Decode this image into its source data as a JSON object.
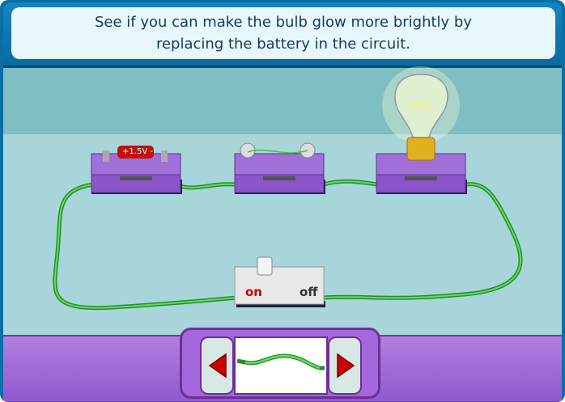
{
  "instruction": {
    "line1": "See if you can make the bulb glow more brightly by",
    "line2": "replacing the battery in the circuit."
  },
  "battery": {
    "label": "+1.5V -"
  },
  "switch": {
    "on_label": "on",
    "off_label": "off",
    "state": "on"
  },
  "bulb": {
    "state": "glowing"
  },
  "selector": {
    "item": "wire",
    "prev_icon": "arrow-left-icon",
    "next_icon": "arrow-right-icon"
  },
  "colors": {
    "wire": "#3cc83c",
    "board": "#8a55c8",
    "arrow": "#cc0000"
  }
}
